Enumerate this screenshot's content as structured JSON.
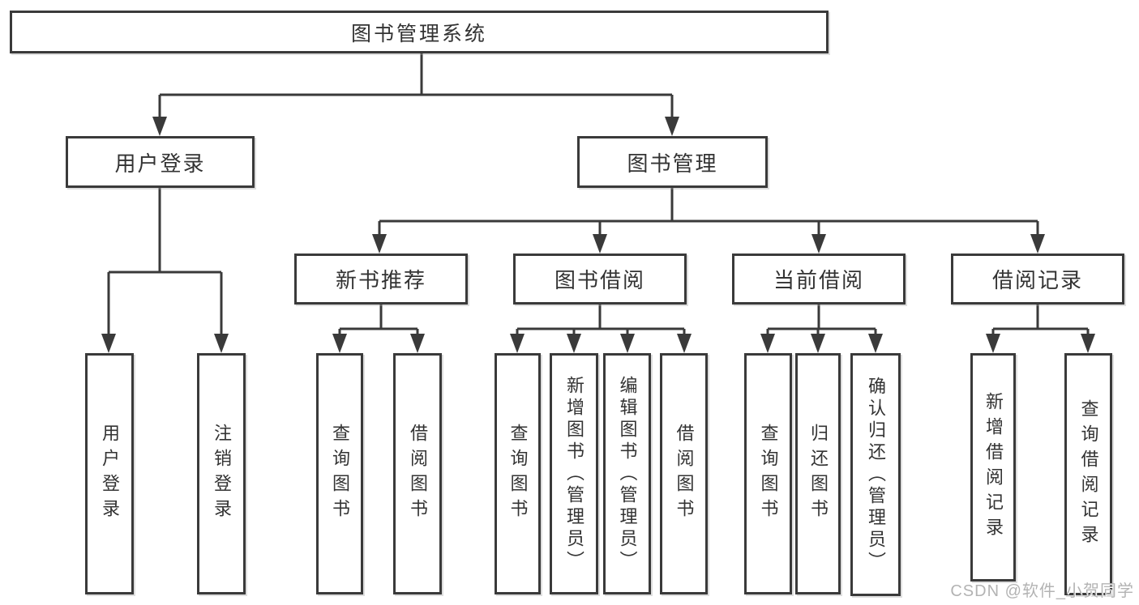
{
  "tree": {
    "label": "图书管理系统",
    "children": [
      {
        "label": "用户登录",
        "children": [
          {
            "label": "用户登录"
          },
          {
            "label": "注销登录"
          }
        ]
      },
      {
        "label": "图书管理",
        "children": [
          {
            "label": "新书推荐",
            "children": [
              {
                "label": "查询图书"
              },
              {
                "label": "借阅图书"
              }
            ]
          },
          {
            "label": "图书借阅",
            "children": [
              {
                "label": "查询图书"
              },
              {
                "label": "新增图书（管理员）"
              },
              {
                "label": "编辑图书（管理员）"
              },
              {
                "label": "借阅图书"
              }
            ]
          },
          {
            "label": "当前借阅",
            "children": [
              {
                "label": "查询图书"
              },
              {
                "label": "归还图书"
              },
              {
                "label": "确认归还（管理员）"
              }
            ]
          },
          {
            "label": "借阅记录",
            "children": [
              {
                "label": "新增借阅记录"
              },
              {
                "label": "查询借阅记录"
              }
            ]
          }
        ]
      }
    ]
  },
  "watermark": "CSDN @软件_小贺同学",
  "colors": {
    "line": "#3a3a3a",
    "text": "#333333",
    "watermark": "#b3b3b3",
    "background": "#ffffff"
  }
}
